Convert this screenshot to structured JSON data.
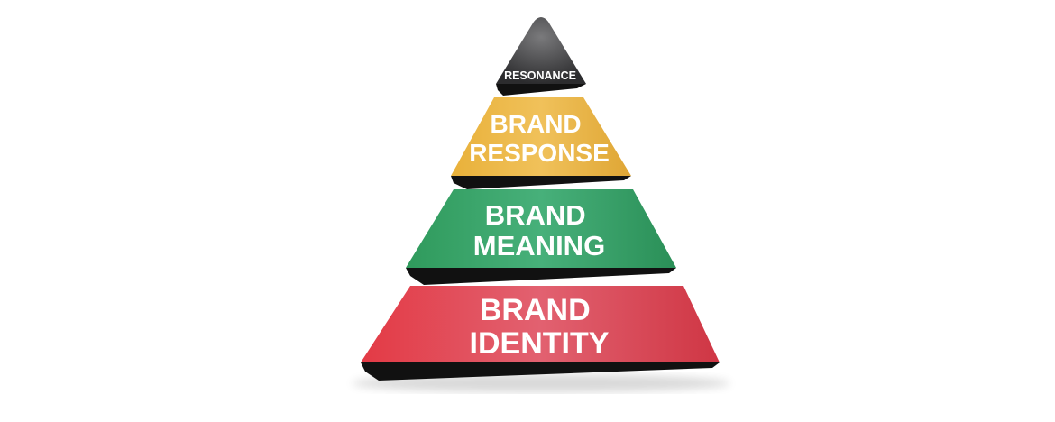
{
  "pyramid": {
    "levels": [
      {
        "lines": [
          "RESONANCE"
        ],
        "color": "#3a3a3c"
      },
      {
        "lines": [
          "BRAND",
          "RESPONSE"
        ],
        "color": "#e8b23a"
      },
      {
        "lines": [
          "BRAND",
          "MEANING"
        ],
        "color": "#2e9a5e"
      },
      {
        "lines": [
          "BRAND",
          "IDENTITY"
        ],
        "color": "#d8434f"
      }
    ],
    "shadow_color": "#111111"
  }
}
